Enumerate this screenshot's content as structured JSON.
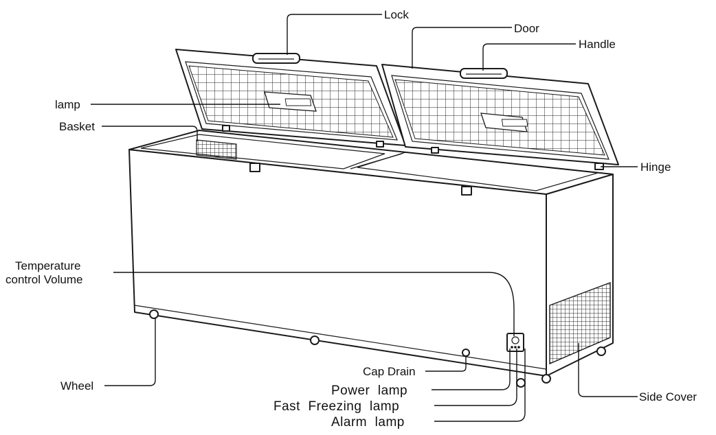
{
  "diagram": {
    "labels": {
      "lock": "Lock",
      "door": "Door",
      "handle": "Handle",
      "lamp": "lamp",
      "basket": "Basket",
      "hinge": "Hinge",
      "temp_line1": "Temperature",
      "temp_line2": "control Volume",
      "wheel": "Wheel",
      "cap_drain": "Cap Drain",
      "power_lamp": "Power  lamp",
      "fast_freezing_lamp": "Fast  Freezing  lamp",
      "alarm_lamp": "Alarm  lamp",
      "side_cover": "Side Cover"
    }
  }
}
